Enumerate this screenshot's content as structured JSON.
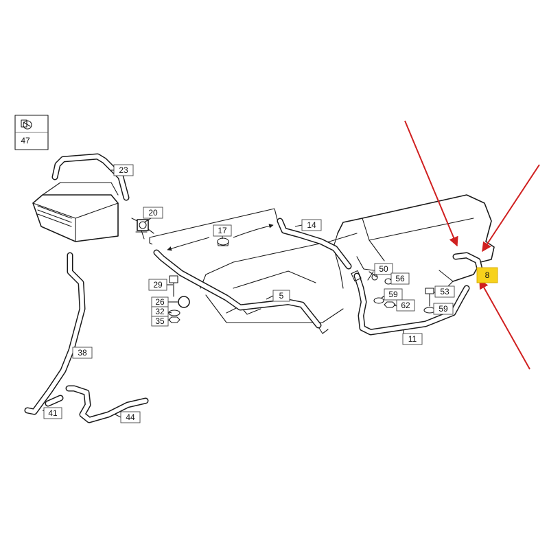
{
  "reference_box": {
    "label": "47",
    "icon": "hose-clamp-icon"
  },
  "callouts": [
    {
      "id": "23",
      "label": "23"
    },
    {
      "id": "20",
      "label": "20"
    },
    {
      "id": "17",
      "label": "17"
    },
    {
      "id": "14",
      "label": "14"
    },
    {
      "id": "29",
      "label": "29"
    },
    {
      "id": "26",
      "label": "26"
    },
    {
      "id": "32",
      "label": "32"
    },
    {
      "id": "35",
      "label": "35"
    },
    {
      "id": "5",
      "label": "5"
    },
    {
      "id": "50",
      "label": "50"
    },
    {
      "id": "56",
      "label": "56"
    },
    {
      "id": "59a",
      "label": "59"
    },
    {
      "id": "62",
      "label": "62"
    },
    {
      "id": "53",
      "label": "53"
    },
    {
      "id": "59b",
      "label": "59"
    },
    {
      "id": "8",
      "label": "8",
      "highlighted": true
    },
    {
      "id": "11",
      "label": "11"
    },
    {
      "id": "38",
      "label": "38"
    },
    {
      "id": "41",
      "label": "41"
    },
    {
      "id": "44",
      "label": "44"
    }
  ],
  "colors": {
    "highlight": "#f7d21c",
    "arrows": "#d02020",
    "linework": "#1a1a1a"
  }
}
